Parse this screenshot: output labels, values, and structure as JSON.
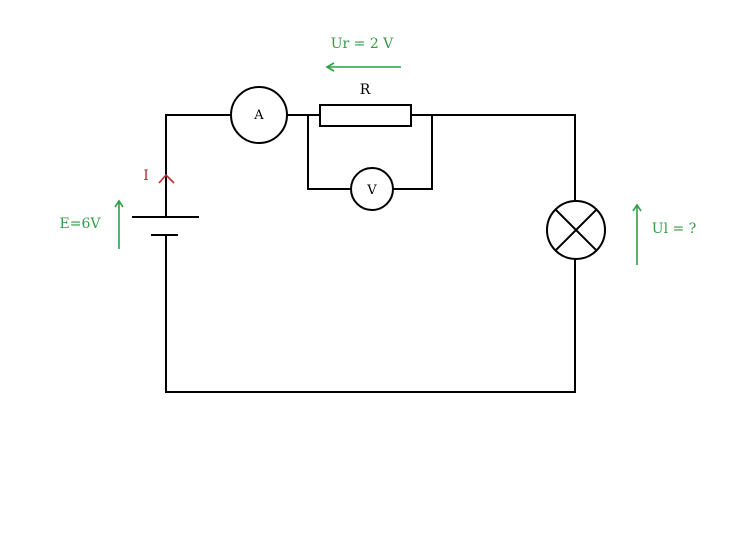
{
  "diagram": {
    "labels": {
      "ammeter": "A",
      "voltmeter": "V",
      "resistor": "R",
      "current": "I",
      "emf": "E=6V",
      "resistor_voltage": "Ur = 2 V",
      "lamp_voltage": "Ul = ?"
    },
    "colors": {
      "wire": "#000000",
      "annotation": "#2e9e45",
      "current": "#c0282d"
    }
  }
}
